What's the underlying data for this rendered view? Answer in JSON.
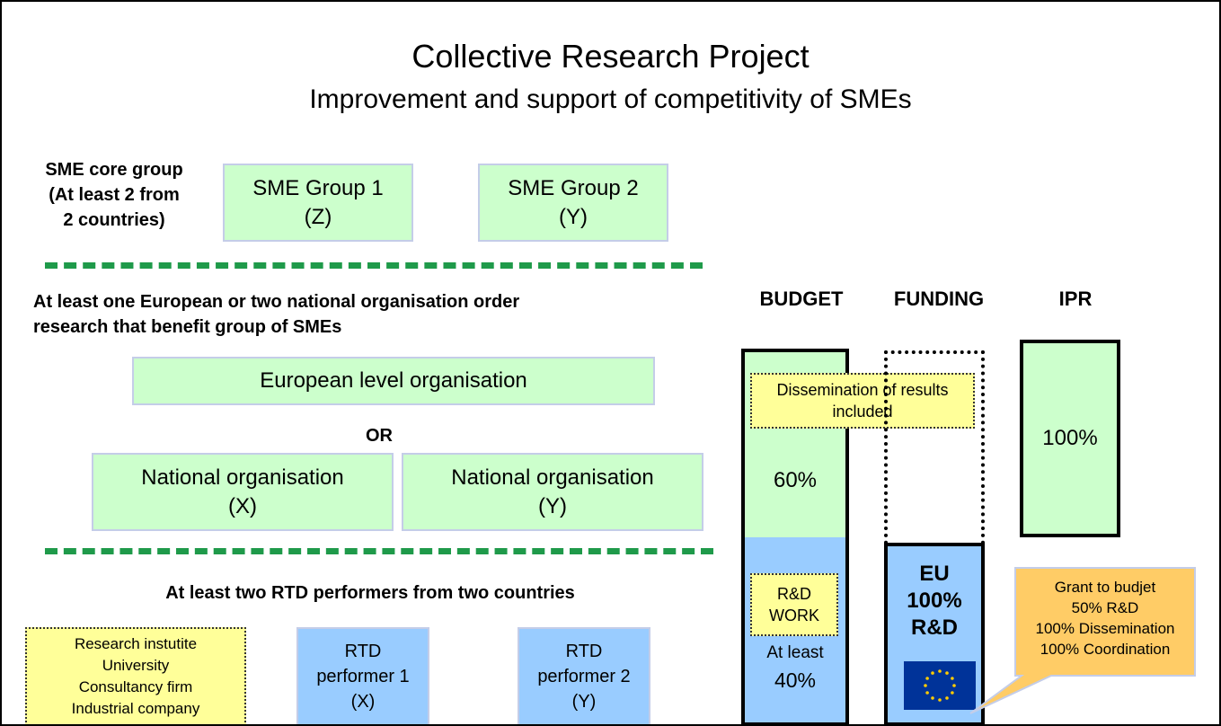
{
  "title": "Collective Research Project",
  "subtitle": "Improvement and support of competitivity of SMEs",
  "sme_core": {
    "label": [
      "SME core group",
      "(At least 2 from",
      "2 countries)"
    ],
    "group1": [
      "SME Group 1",
      "(Z)"
    ],
    "group2": [
      "SME Group 2",
      "(Y)"
    ]
  },
  "org_section": {
    "heading": [
      "At least one European or two national organisation order",
      "research that benefit group of SMEs"
    ],
    "european": "European level organisation",
    "or": "OR",
    "national1": [
      "National organisation",
      "(X)"
    ],
    "national2": [
      "National organisation",
      "(Y)"
    ]
  },
  "rtd_section": {
    "heading": "At least two RTD performers from two countries",
    "examples": [
      "Research instutite",
      "University",
      "Consultancy firm",
      "Industrial company"
    ],
    "performer1": [
      "RTD",
      "performer 1",
      "(X)"
    ],
    "performer2": [
      "RTD",
      "performer 2",
      "(Y)"
    ]
  },
  "columns": {
    "budget": "BUDGET",
    "funding": "FUNDING",
    "ipr": "IPR"
  },
  "budget_bar": {
    "dissemination_note": [
      "Dissemination of results",
      "included"
    ],
    "top_percent": "60%",
    "rd_work": [
      "R&D",
      "WORK"
    ],
    "bottom_label": [
      "At least",
      "40%"
    ]
  },
  "funding_bar": {
    "eu_label": [
      "EU",
      "100%",
      "R&D"
    ]
  },
  "ipr_bar": {
    "percent": "100%"
  },
  "grant_callout": [
    "Grant to budjet",
    "50% R&D",
    "100% Dissemination",
    "100% Coordination"
  ],
  "colors": {
    "green_fill": "#ccffcc",
    "blue_fill": "#99ccff",
    "yellow_fill": "#ffff99",
    "orange_fill": "#ffcc66",
    "dash_green": "#1f9a4a",
    "eu_blue": "#003399",
    "eu_star": "#ffcc00"
  }
}
